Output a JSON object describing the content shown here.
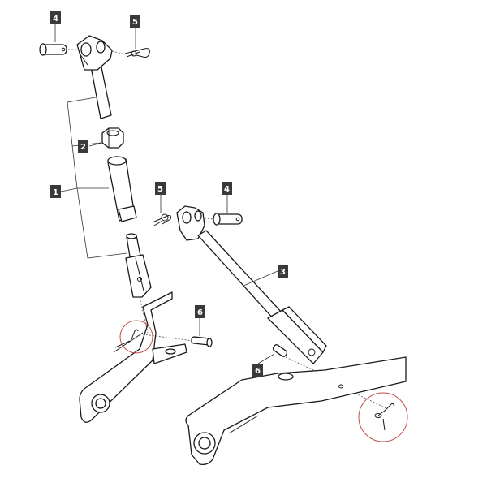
{
  "labels": {
    "clevis_pin": "4",
    "hairpin_clip": "5",
    "lock_nut": "2",
    "top_link_assembly": "1",
    "lift_rod": "3",
    "lynch_pin": "6"
  },
  "colors": {
    "line": "#1a1a1a",
    "label_bg": "#3a3a3a",
    "label_fg": "#ffffff",
    "callout_circle": "#c0504d"
  },
  "icons": [
    "clevis-pin",
    "hairpin-clip",
    "lock-nut",
    "threaded-tube",
    "clevis-fork",
    "lift-rod",
    "lower-link-arm",
    "lynch-pin"
  ]
}
